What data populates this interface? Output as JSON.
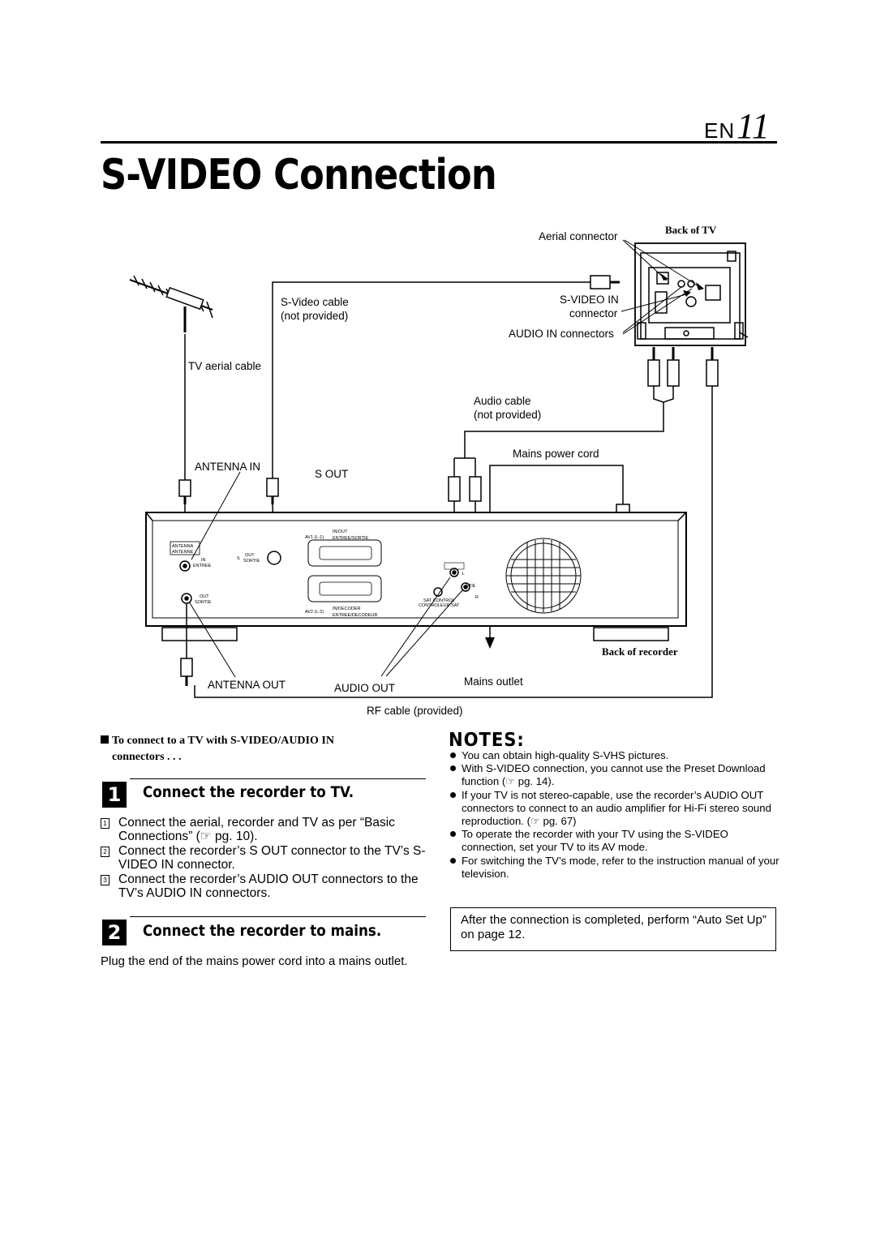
{
  "header": {
    "lang": "EN",
    "page_number": "11",
    "title": "S-VIDEO Connection"
  },
  "diagram": {
    "labels": {
      "aerial_connector": "Aerial connector",
      "back_of_tv": "Back of TV",
      "svideo_cable_1": "S-Video cable",
      "svideo_cable_2": "(not provided)",
      "svideo_in_1": "S-VIDEO IN",
      "svideo_in_2": "connector",
      "audio_in": "AUDIO IN connectors",
      "tv_aerial_cable": "TV aerial cable",
      "audio_cable_1": "Audio cable",
      "audio_cable_2": "(not provided)",
      "mains_power_cord": "Mains power cord",
      "antenna_in": "ANTENNA IN",
      "s_out": "S OUT",
      "back_of_recorder": "Back of recorder",
      "antenna_out": "ANTENNA OUT",
      "audio_out": "AUDIO OUT",
      "mains_outlet": "Mains outlet",
      "rf_cable": "RF cable (provided)"
    },
    "panel_text": {
      "antenna_antenne_1": "ANTENNA",
      "antenna_antenne_2": "ANTENNE",
      "in": "IN",
      "entree": "ENTREE",
      "out": "OUT",
      "sortie": "SORTIE",
      "s": "S",
      "out_sortie_1": "OUT",
      "out_sortie_2": "SORTIE",
      "av1": "AV1 (L-1)",
      "in_out": "IN/OUT",
      "entree_sortie": "ENTREE/SORTIE",
      "av2": "AV2 (L-2)",
      "in_decoder": "IN/DECODER",
      "entree_decodeur": "ENTREE/DECODEUR",
      "sat_control": "SAT CONTROL",
      "controleur_sat": "CONTROLEUR SAT",
      "l": "L",
      "r": "R",
      "rtie": "RTIE"
    }
  },
  "subheading": {
    "line1": "To connect to a TV with S-VIDEO/AUDIO IN",
    "line2": "connectors . . ."
  },
  "step1": {
    "number": "1",
    "title": "Connect the recorder to TV.",
    "items": [
      {
        "n": "1",
        "text": "Connect the aerial, recorder and TV as per “Basic Connections” (☞ pg. 10)."
      },
      {
        "n": "2",
        "text": "Connect the recorder’s S OUT connector to the TV’s S-VIDEO IN connector."
      },
      {
        "n": "3",
        "text": "Connect the recorder’s AUDIO OUT connectors to the TV’s AUDIO IN connectors."
      }
    ]
  },
  "step2": {
    "number": "2",
    "title": "Connect the recorder to mains.",
    "text": "Plug the end of the mains power cord into a mains outlet."
  },
  "notes": {
    "heading": "NOTES:",
    "items": [
      "You can obtain high-quality S-VHS pictures.",
      "With S-VIDEO connection, you cannot use the Preset Download function (☞ pg. 14).",
      "If your TV is not stereo-capable, use the recorder’s AUDIO OUT connectors to connect to an audio amplifier for Hi-Fi stereo sound reproduction. (☞ pg. 67)",
      "To operate the recorder with your TV using the S-VIDEO connection, set your TV to its AV mode.",
      "For switching the TV’s mode, refer to the instruction manual of your television."
    ],
    "box": "After the connection is completed, perform “Auto Set Up” on page 12."
  }
}
